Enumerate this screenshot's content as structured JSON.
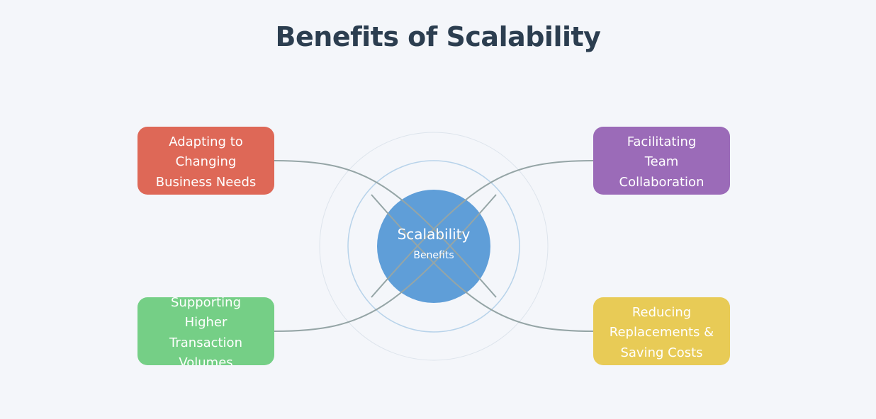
{
  "title": "Benefits of Scalability",
  "center": {
    "main": "Scalability",
    "sub": "Benefits"
  },
  "nodes": {
    "top_left": "Adapting to Changing Business Needs",
    "top_right": "Facilitating Team Collaboration",
    "bottom_left": "Supporting Higher Transaction Volumes",
    "bottom_right": "Reducing Replacements & Saving Costs"
  },
  "colors": {
    "background": "#f4f6fa",
    "title": "#2c3e50",
    "center_circle": "#5f9ed8",
    "ring_inner": "#b8d3ea",
    "ring_outer": "#dde4ec",
    "connector": "#95a5a6",
    "top_left": "#de6857",
    "top_right": "#9b6bb8",
    "bottom_left": "#75cf86",
    "bottom_right": "#e8cb56"
  }
}
